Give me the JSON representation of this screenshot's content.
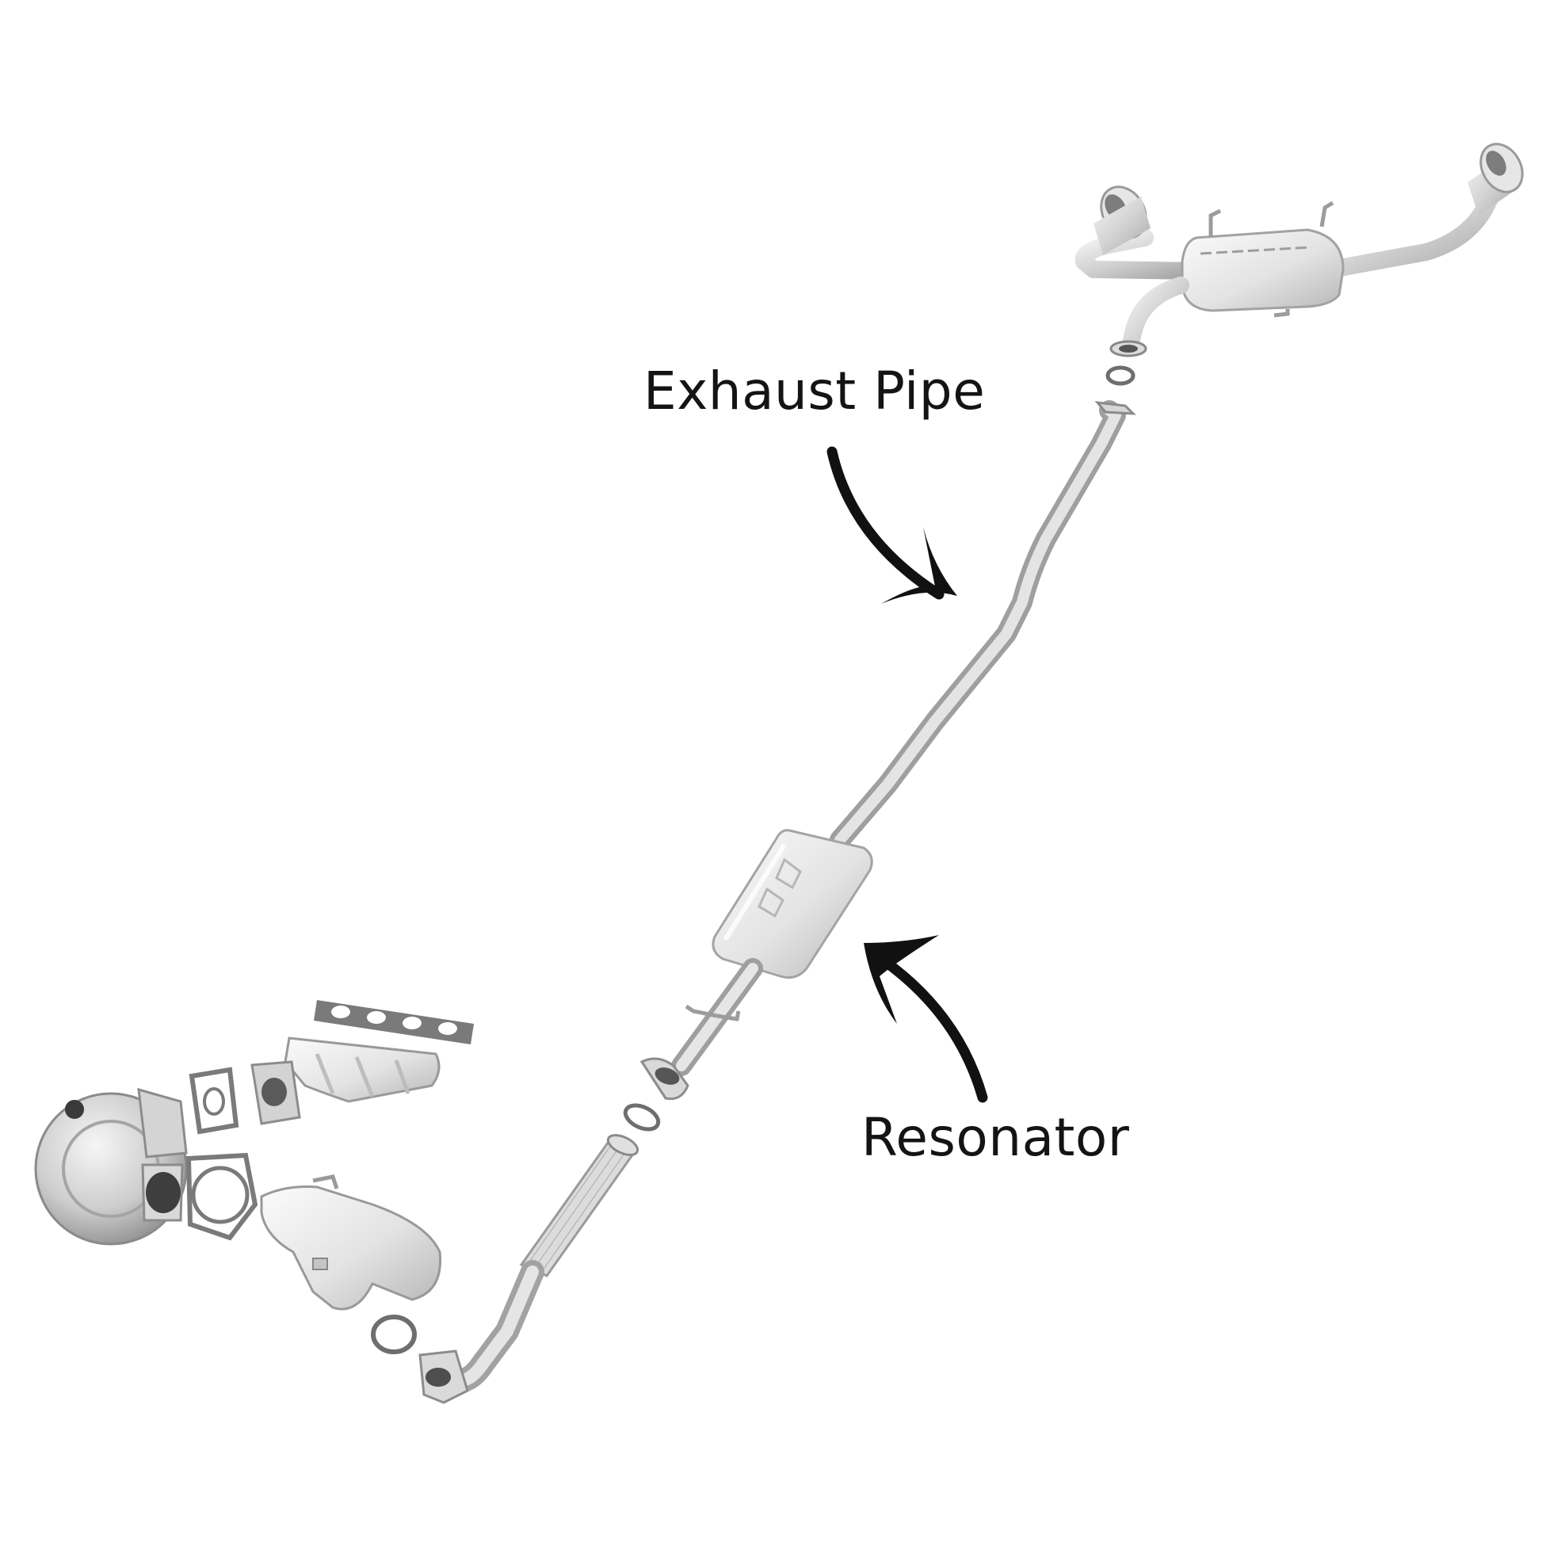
{
  "labels": {
    "exhaust_pipe": "Exhaust Pipe",
    "resonator": "Resonator"
  },
  "colors": {
    "background": "#ffffff",
    "text": "#141414",
    "arrow": "#111111",
    "metal_light": "#f2f2f2",
    "metal_mid": "#cfcfcf",
    "metal_dark": "#8e8e8e",
    "gasket": "#6e6e6e"
  },
  "parts": [
    "turbocharger",
    "exhaust-manifold",
    "manifold-gasket",
    "downpipe",
    "flex-pipe",
    "resonator",
    "exhaust-pipe",
    "rear-muffler",
    "exhaust-tips"
  ]
}
